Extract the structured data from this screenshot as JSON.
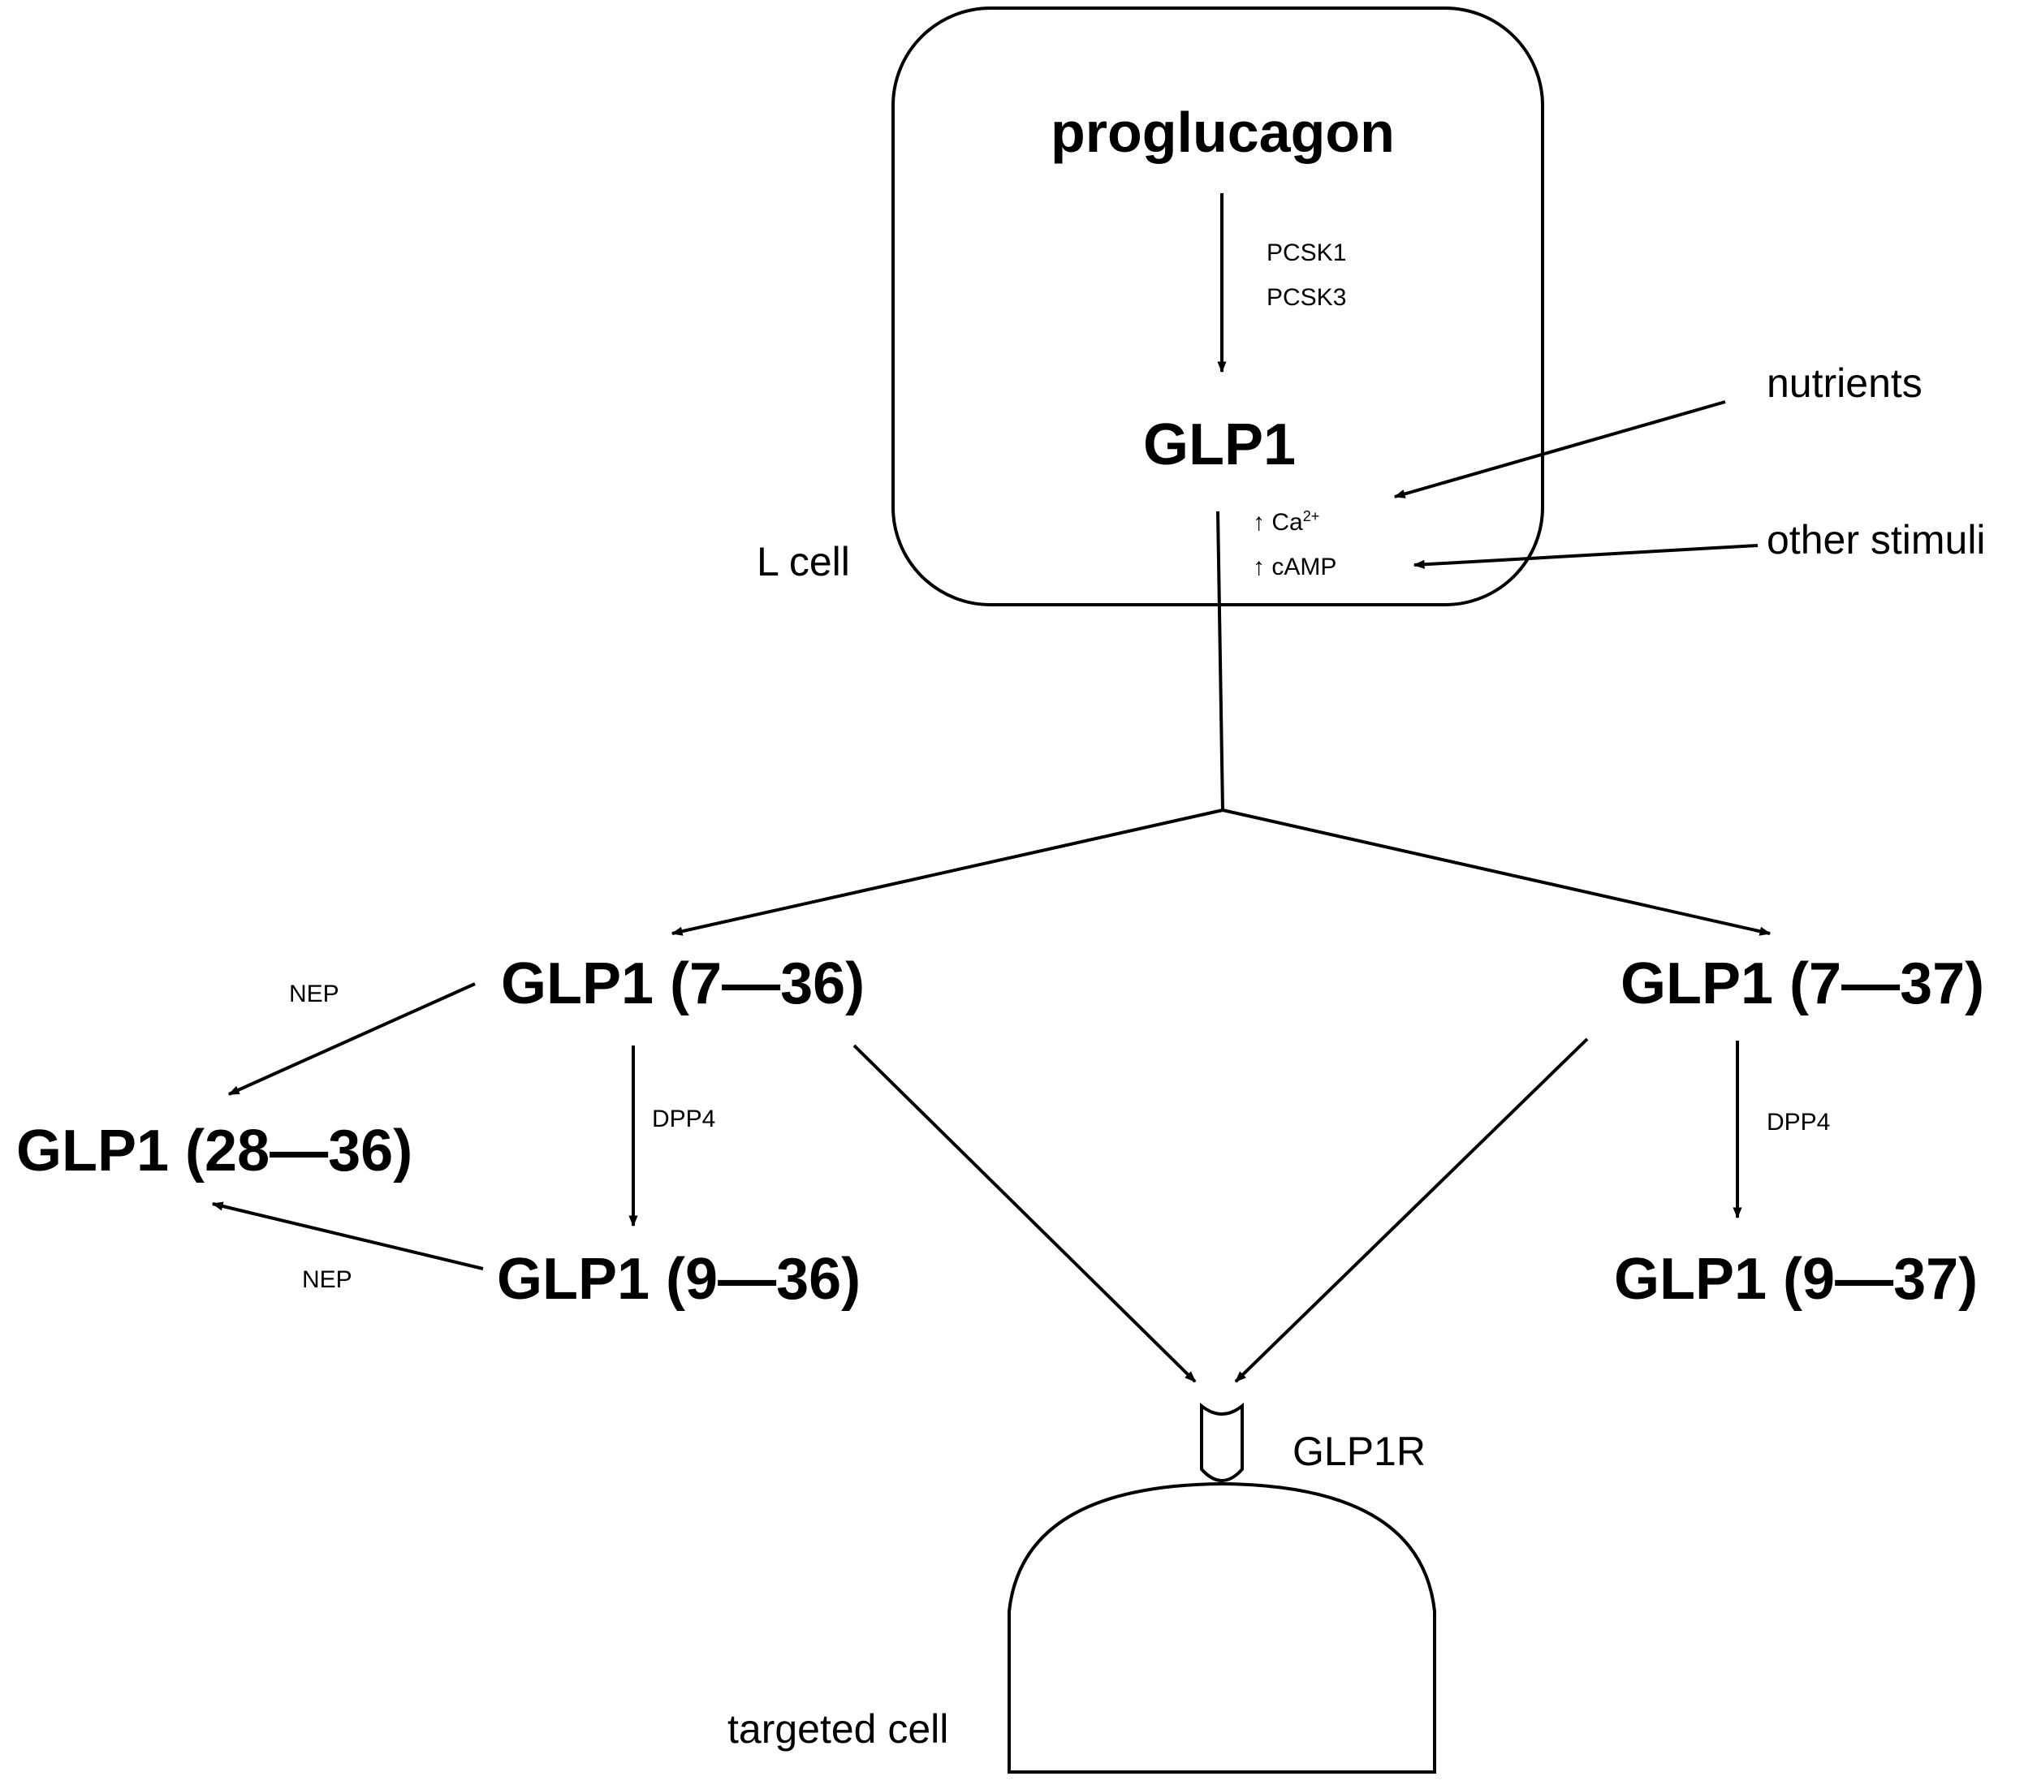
{
  "nodes": {
    "proglucagon": "proglucagon",
    "glp1": "GLP1",
    "glp1_7_36": "GLP1 (7—36)",
    "glp1_7_37": "GLP1 (7—37)",
    "glp1_28_36": "GLP1 (28—36)",
    "glp1_9_36": "GLP1 (9—36)",
    "glp1_9_37": "GLP1 (9—37)"
  },
  "enzymes": {
    "pcsk1": "PCSK1",
    "pcsk3": "PCSK3",
    "nep_top": "NEP",
    "nep_bottom": "NEP",
    "dpp4_left": "DPP4",
    "dpp4_right": "DPP4"
  },
  "signals": {
    "ca_arrow": "↑",
    "ca_label": "Ca",
    "ca_charge": "2+",
    "camp_arrow": "↑",
    "camp_label": "cAMP"
  },
  "inputs": {
    "nutrients": "nutrients",
    "other_stimuli": "other stimuli"
  },
  "cells": {
    "l_cell": "L cell",
    "receptor": "GLP1R",
    "targeted_cell": "targeted cell"
  },
  "colors": {
    "stroke": "#000000",
    "background": "#ffffff"
  }
}
